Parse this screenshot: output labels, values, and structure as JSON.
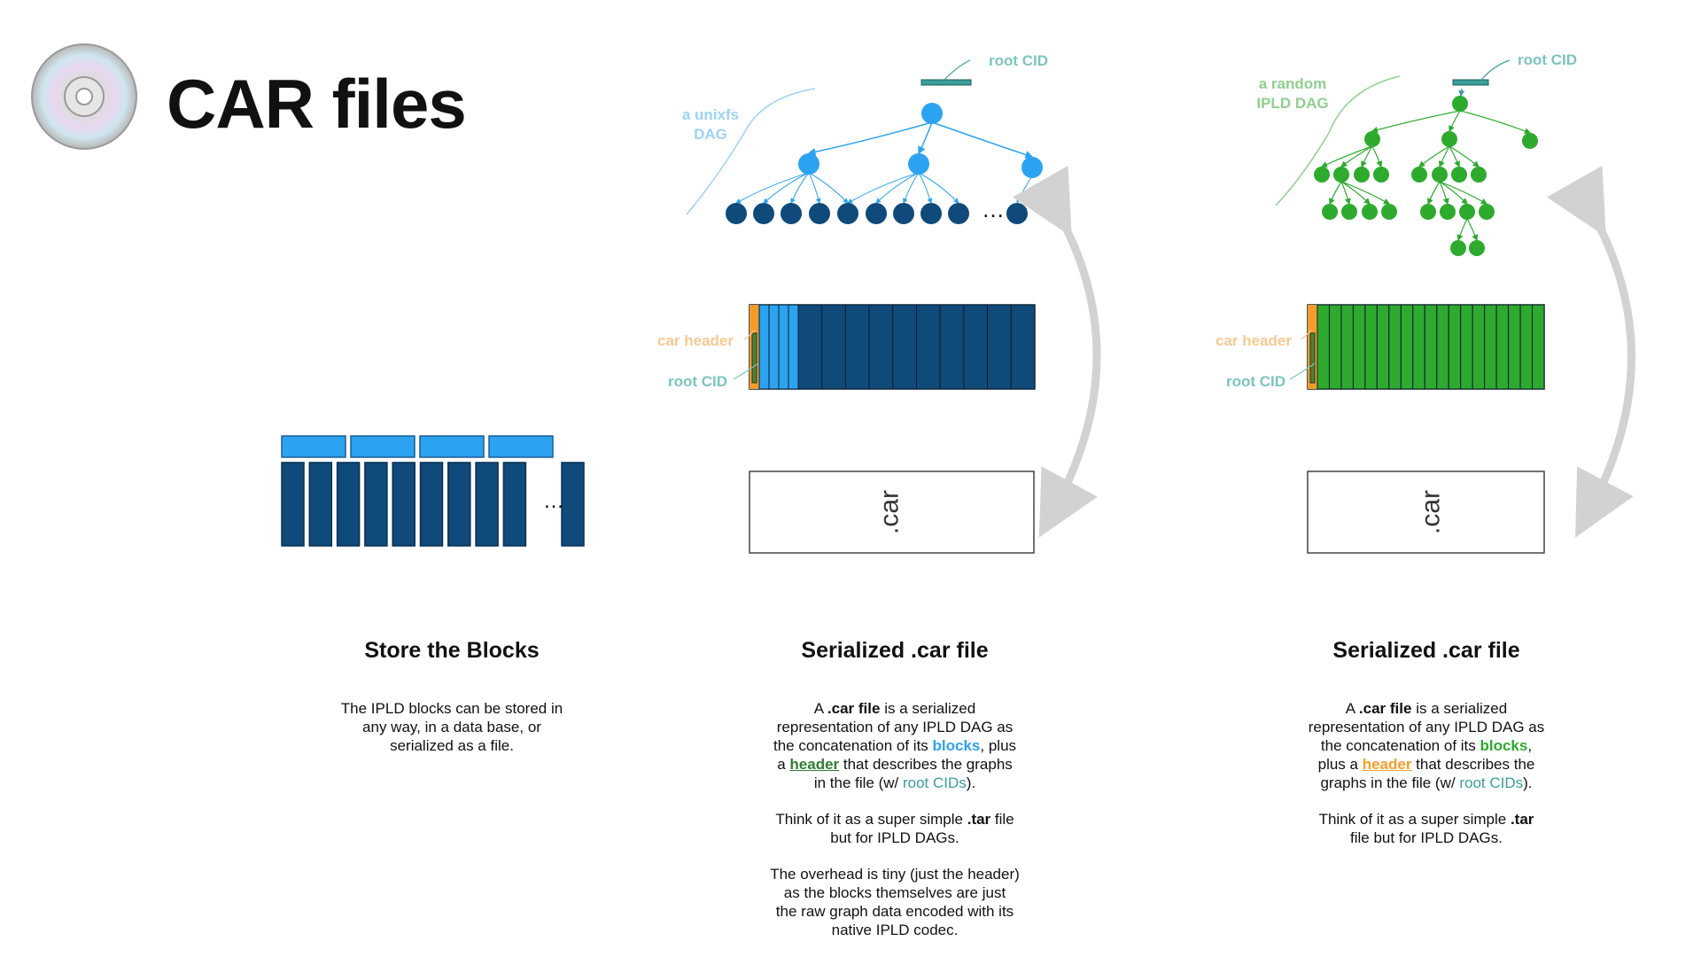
{
  "title": "CAR files",
  "colors": {
    "light_blue": "#2ca3f0",
    "dark_blue": "#0f4a7a",
    "green": "#2eaa2e",
    "orange": "#f39c2b",
    "teal": "#3a9e9a",
    "gray_arrow": "#d2d2d2"
  },
  "labels": {
    "root_cid": "root CID",
    "unixfs_dag_line1": "a unixfs",
    "unixfs_dag_line2": "DAG",
    "random_dag_line1": "a random",
    "random_dag_line2": "IPLD DAG",
    "car_header": "car header",
    "car_ext": ".car",
    "ellipsis": "…"
  },
  "columns": {
    "store": {
      "heading": "Store the Blocks",
      "body": [
        "The IPLD blocks can be stored in",
        "any way, in a data base, or",
        "serialized as a file."
      ]
    },
    "car1": {
      "heading": "Serialized .car file",
      "p1": {
        "a": "A ",
        "car_file": ".car file",
        "b": " is a serialized",
        "c": "representation of any IPLD DAG as",
        "d": "the concatenation of its ",
        "blocks": "blocks",
        "e": ", plus",
        "f": "a ",
        "header": "header",
        "g": " that describes the graphs",
        "h": "in the file (w/ ",
        "root_cids": "root CIDs",
        "i": ")."
      },
      "p2": {
        "a": "Think of it as a super simple ",
        "tar": ".tar",
        "b": " file",
        "c": "but for IPLD DAGs."
      },
      "p3": [
        "The overhead is tiny (just the header)",
        "as the blocks themselves are just",
        "the raw graph data encoded with its",
        "native IPLD codec."
      ]
    },
    "car2": {
      "heading": "Serialized .car file",
      "p1": {
        "a": "A ",
        "car_file": ".car file",
        "b": " is a serialized",
        "c": "representation of any IPLD DAG as",
        "d": "the concatenation of its ",
        "blocks": "blocks",
        "e": ",",
        "f": "plus a ",
        "header": "header",
        "g": " that describes the",
        "h": "graphs in the file (w/ ",
        "root_cids": "root CIDs",
        "i": ")."
      },
      "p2": {
        "a": "Think of it as a super simple ",
        "tar": ".tar",
        "c": "file but for IPLD DAGs."
      }
    }
  }
}
